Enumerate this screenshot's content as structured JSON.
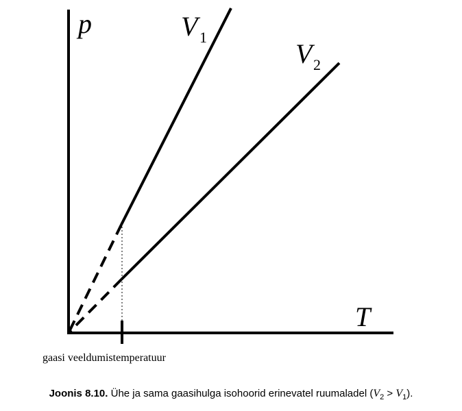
{
  "diagram": {
    "y_axis_label": "p",
    "x_axis_label": "T",
    "lines": [
      {
        "label": "V",
        "subscript": "1"
      },
      {
        "label": "V",
        "subscript": "2"
      }
    ],
    "tick_label": "gaasi veeldumistemperatuur"
  },
  "caption": {
    "number": "Joonis 8.10.",
    "text": " Ühe ja sama gaasihulga isohoorid erinevatel ruumaladel (",
    "v2": "V",
    "v2_sub": "2",
    "gt": " > ",
    "v1": "V",
    "v1_sub": "1",
    "end": ")."
  }
}
